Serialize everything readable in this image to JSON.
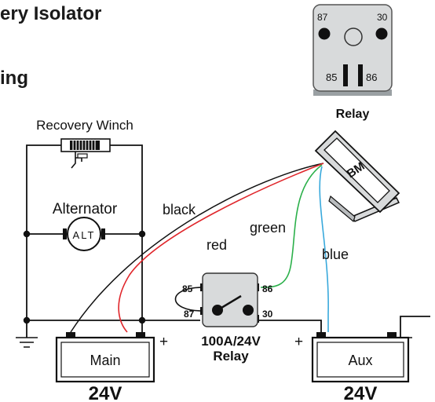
{
  "title": {
    "line1": "ery Isolator",
    "line2": "ing"
  },
  "relay_icon": {
    "pin_87": "87",
    "pin_30": "30",
    "pin_85": "85",
    "pin_86": "86",
    "caption": "Relay"
  },
  "components": {
    "winch_label": "Recovery Winch",
    "alternator_label": "Alternator",
    "alternator_badge": "ALT",
    "monitor_label": "BM",
    "relay_85": "85",
    "relay_86": "86",
    "relay_87": "87",
    "relay_30": "30",
    "relay_rating": "100A/24V",
    "relay_caption": "Relay"
  },
  "wires": {
    "black": "black",
    "red": "red",
    "green": "green",
    "blue": "blue"
  },
  "batteries": {
    "main_name": "Main",
    "main_voltage": "24V",
    "aux_name": "Aux",
    "aux_voltage": "24V",
    "plus": "+"
  },
  "colors": {
    "black_wire": "#111111",
    "red_wire": "#e0262b",
    "green_wire": "#2bb04a",
    "blue_wire": "#39a9dc",
    "relay_body": "#d8dadb"
  }
}
